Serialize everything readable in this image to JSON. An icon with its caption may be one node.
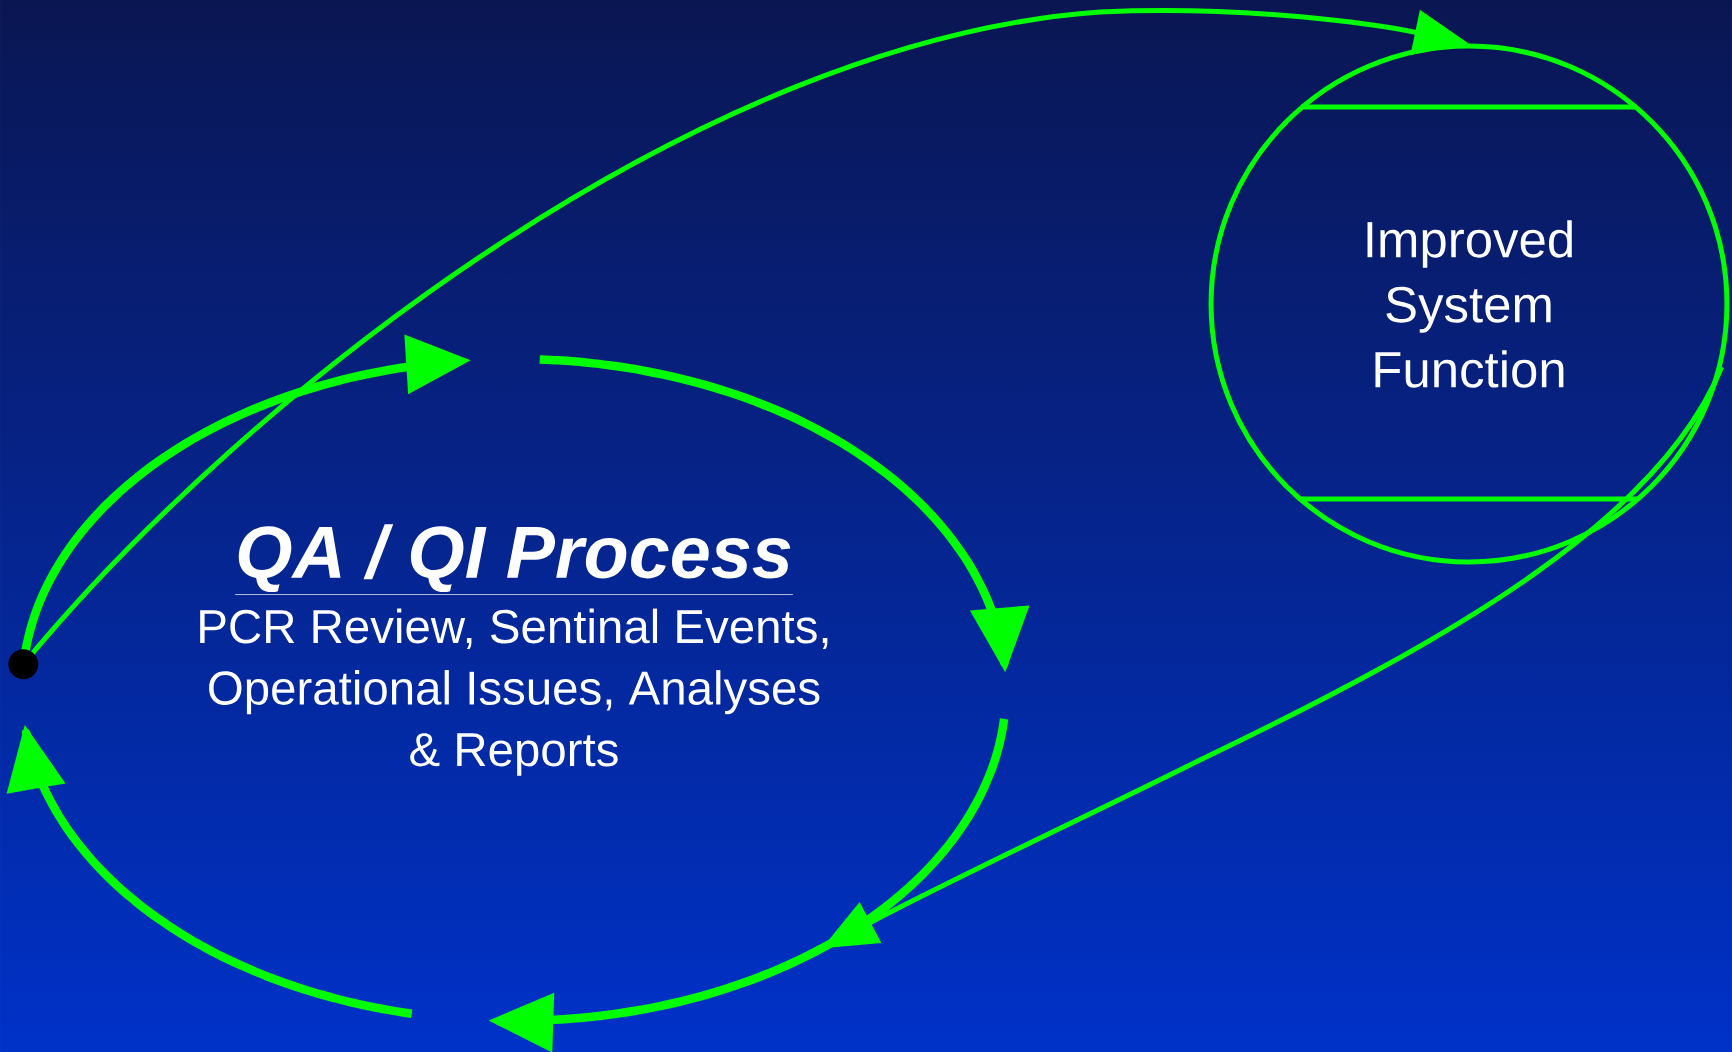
{
  "diagram": {
    "nodes": [
      {
        "text": [
          "QA / QI Process",
          "PCR Review, Sentinal Events, Operational Issues, Analyses & Reports"
        ]
      },
      {
        "text": [
          "Improved System Function"
        ]
      }
    ],
    "edges": [
      {
        "from": 0,
        "to": 1,
        "arrow": "to"
      },
      {
        "from": 1,
        "to": 0,
        "arrow": "to"
      }
    ]
  }
}
